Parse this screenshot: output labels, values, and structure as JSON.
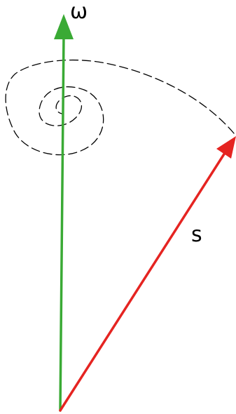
{
  "diagram": {
    "vectors": [
      {
        "id": "omega",
        "label": "ω",
        "color": "#3aaa35"
      },
      {
        "id": "s",
        "label": "s",
        "color": "#e52421"
      }
    ],
    "path_color": "#000000",
    "background": "#ffffff"
  }
}
